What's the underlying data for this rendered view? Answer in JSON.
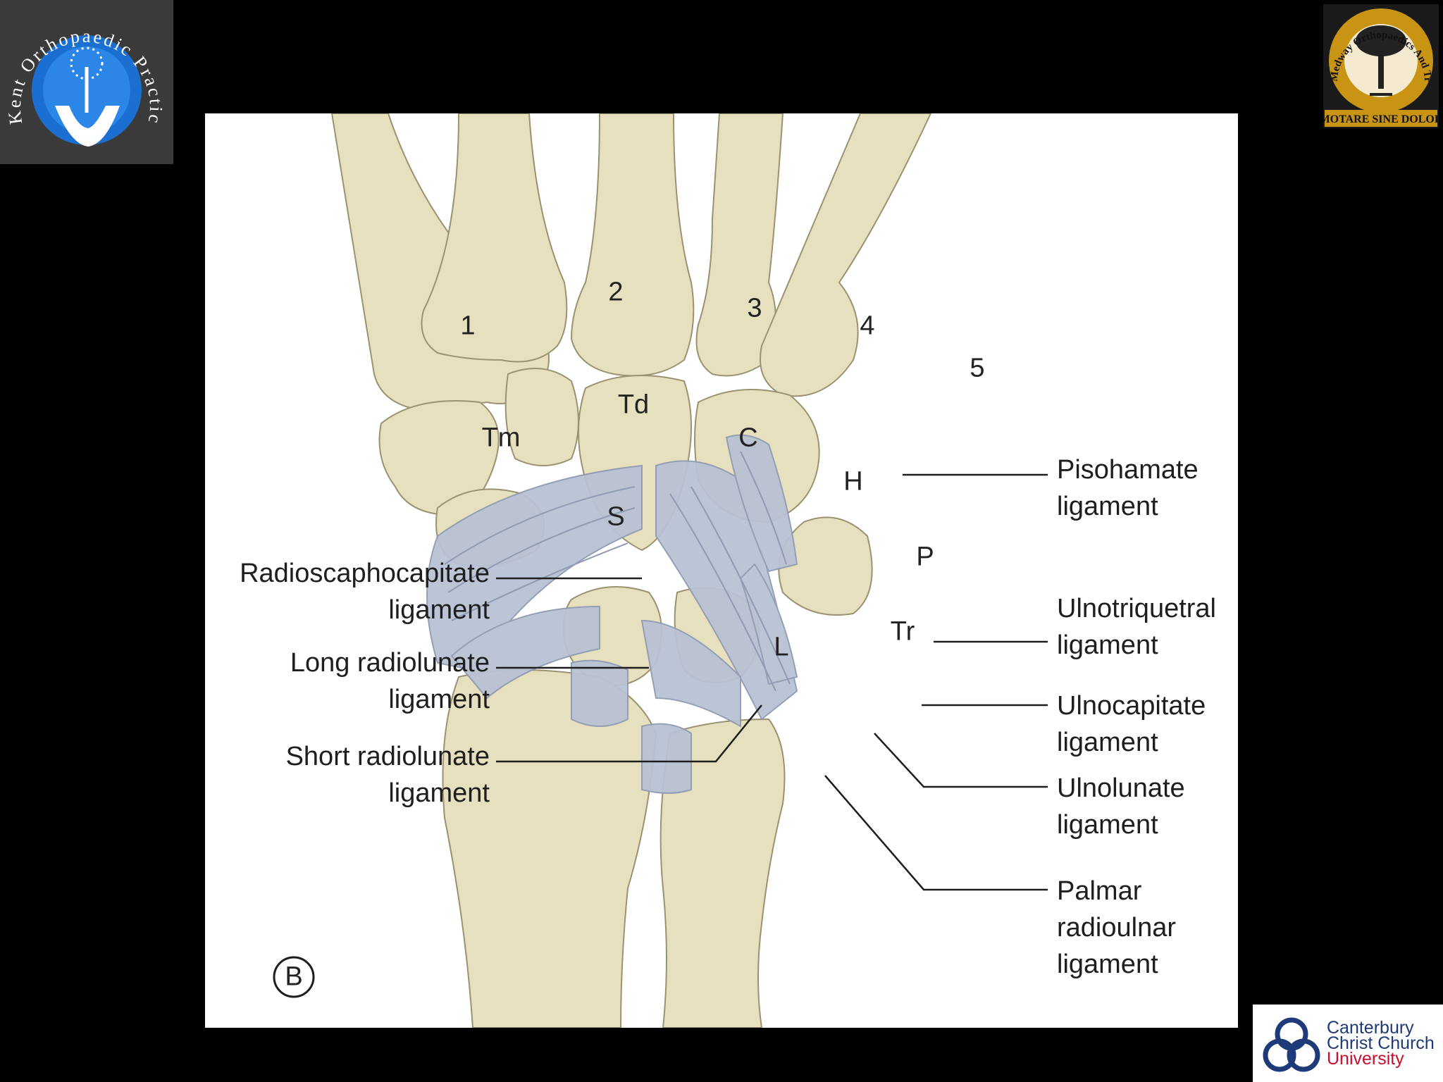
{
  "logos": {
    "top_left": {
      "text": "Kent Orthopaedic Practice"
    },
    "top_right": {
      "text_top": "Medway Orthopaedics And Trauma",
      "motto": "MOTARE SINE DOLOR"
    },
    "bottom_right": {
      "line1": "Canterbury",
      "line2": "Christ Church",
      "line3": "University"
    }
  },
  "figure": {
    "panel_letter": "B",
    "bones": {
      "m1": "1",
      "m2": "2",
      "m3": "3",
      "m4": "4",
      "m5": "5",
      "trapezium": "Tm",
      "trapezoid": "Td",
      "capitate": "C",
      "hamate": "H",
      "scaphoid": "S",
      "pisiform": "P",
      "lunate": "L",
      "triquetrum": "Tr"
    },
    "left_labels": [
      {
        "line1": "Radioscaphocapitate",
        "line2": "ligament"
      },
      {
        "line1": "Long radiolunate",
        "line2": "ligament"
      },
      {
        "line1": "Short radiolunate",
        "line2": "ligament"
      }
    ],
    "right_labels": [
      {
        "line1": "Pisohamate",
        "line2": "ligament"
      },
      {
        "line1": "Ulnotriquetral",
        "line2": "ligament"
      },
      {
        "line1": "Ulnocapitate",
        "line2": "ligament"
      },
      {
        "line1": "Ulnolunate",
        "line2": "ligament"
      },
      {
        "line1": "Palmar",
        "line2": "radioulnar",
        "line3": "ligament"
      }
    ],
    "colors": {
      "bone": "#e7e0bf",
      "bone_shadow": "#c9c09a",
      "ligament": "#b9c2d4",
      "ligament_line": "#8f9bb3"
    }
  }
}
